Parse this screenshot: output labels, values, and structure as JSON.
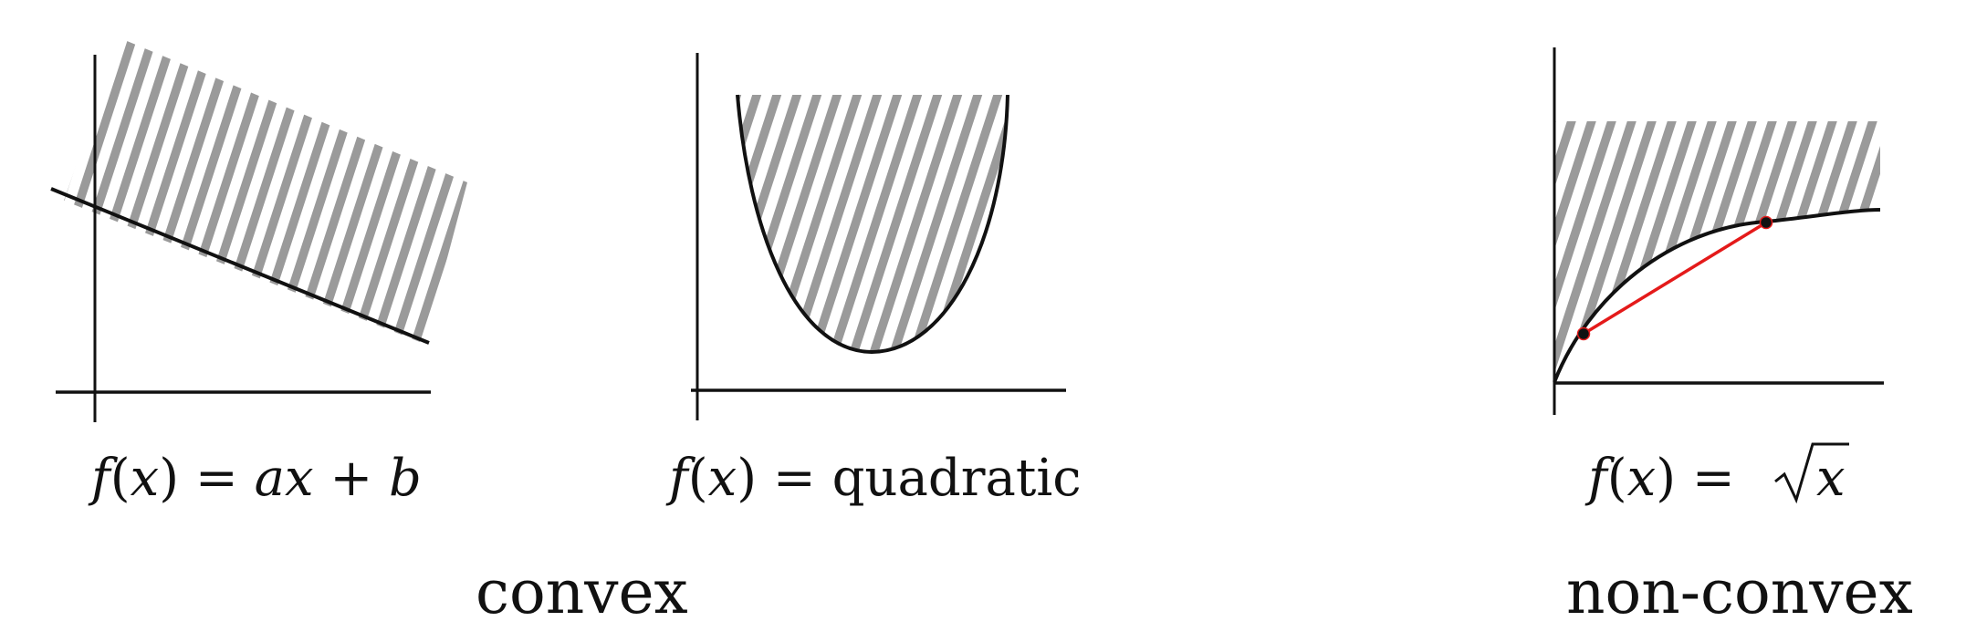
{
  "panels": [
    {
      "id": "linear",
      "formula_prefix": "f(x) = ",
      "formula_body": "ax + b"
    },
    {
      "id": "quadratic",
      "formula_prefix": "f(x) = ",
      "formula_body": "quadratic"
    },
    {
      "id": "sqrt",
      "formula_prefix": "f(x) = ",
      "formula_body": "x"
    }
  ],
  "groups": {
    "convex": "convex",
    "non_convex": "non-convex"
  },
  "colors": {
    "hatch": "#9a9a9a",
    "axis": "#111111",
    "chord": "#e41a1a",
    "point": "#111111"
  }
}
